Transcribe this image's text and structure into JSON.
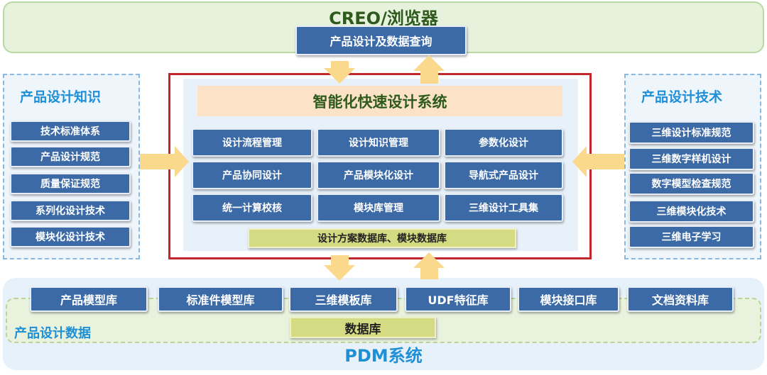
{
  "top": {
    "title": "CREO/浏览器",
    "query_button": "产品设计及数据查询"
  },
  "left_panel": {
    "title": "产品设计知识",
    "items": [
      "技术标准体系",
      "产品设计规范",
      "质量保证规范",
      "系列化设计技术",
      "模块化设计技术"
    ]
  },
  "right_panel": {
    "title": "产品设计技术",
    "items": [
      "三维设计标准规范",
      "三维数字样机设计",
      "数字模型检查规范",
      "三维模块化技术",
      "三维电子学习"
    ]
  },
  "center": {
    "title": "智能化快速设计系统",
    "modules": [
      [
        "设计流程管理",
        "设计知识管理",
        "参数化设计"
      ],
      [
        "产品协同设计",
        "产品模块化设计",
        "导航式产品设计"
      ],
      [
        "统一计算校核",
        "模块库管理",
        "三维设计工具集"
      ]
    ],
    "database_bar": "设计方案数据库、模块数据库"
  },
  "bottom": {
    "libraries": [
      "产品模型库",
      "标准件模型库",
      "三维模板库",
      "UDF特征库",
      "模块接口库",
      "文档资料库"
    ],
    "data_label": "产品设计数据",
    "database": "数据库",
    "pdm_title": "PDM系统"
  },
  "colors": {
    "button_blue": "#3b6aa6",
    "title_green": "#2e5a1c",
    "title_blue": "#1f8fd6",
    "frame_red": "#c0272d",
    "arrow_yellow": "#fbd98c",
    "top_band_green": "#e6f2dc"
  }
}
